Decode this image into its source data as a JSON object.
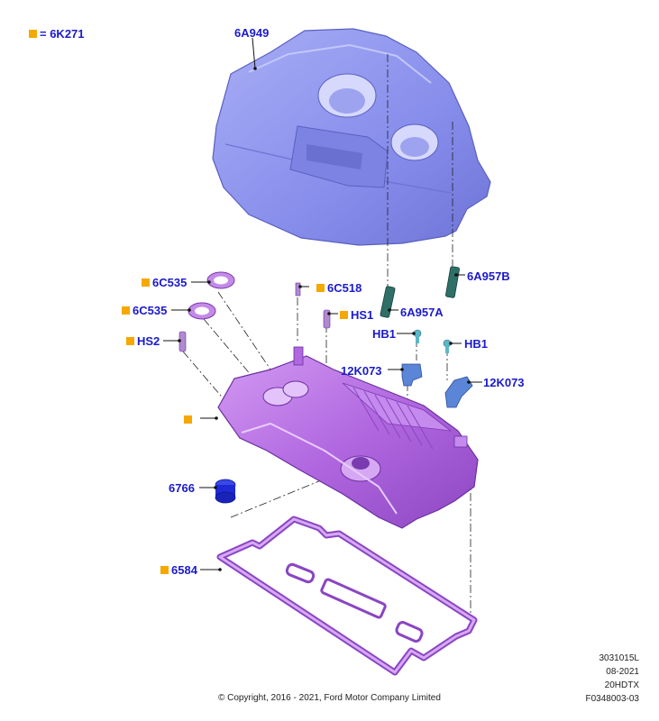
{
  "legend": {
    "text": "= 6K271",
    "marker_color": "#f5a800"
  },
  "labels": {
    "cover": "6A949",
    "seal_upper": "6C535",
    "seal_lower": "6C535",
    "stud": "6C518",
    "sensor_hs1": "HS1",
    "sensor_hs2": "HS2",
    "injector_b": "6A957B",
    "injector_a": "6A957A",
    "hb1_left": "HB1",
    "hb1_right": "HB1",
    "solenoid_left": "12K073",
    "solenoid_right": "12K073",
    "filler_cap": "6766",
    "gasket": "6584"
  },
  "footer": {
    "copyright": "© Copyright, 2016 - 2021, Ford Motor Company Limited",
    "meta": [
      "3031015L",
      "08-2021",
      "20HDTX",
      "F0348003-03"
    ]
  },
  "colors": {
    "label_text": "#1a1acc",
    "marker": "#f5a800",
    "cover_fill": "#8c93ee",
    "valve_cover_fill": "#b167e0",
    "gasket_fill": "#c48ae8",
    "injector_fill": "#2e6f68",
    "solenoid_fill": "#5b86d8",
    "cap_fill": "#1f2ad6"
  }
}
